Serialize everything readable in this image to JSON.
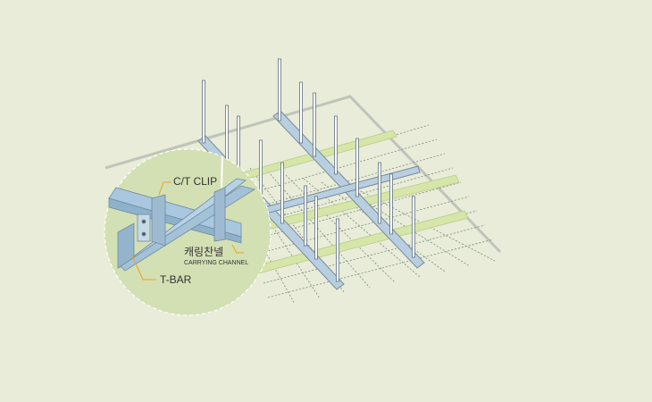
{
  "labels": {
    "ct_clip": "C/T CLIP",
    "carrying_channel_kr": "캐링찬넬",
    "carrying_channel_en": "CARRYING CHANNEL",
    "t_bar": "T-BAR"
  },
  "colors": {
    "background": "#e8ecd8",
    "detail_circle": "#d3e0b4",
    "steel": "#a9c8e0",
    "leader": "#f0a020",
    "grid_line": "#8a9a8a"
  }
}
